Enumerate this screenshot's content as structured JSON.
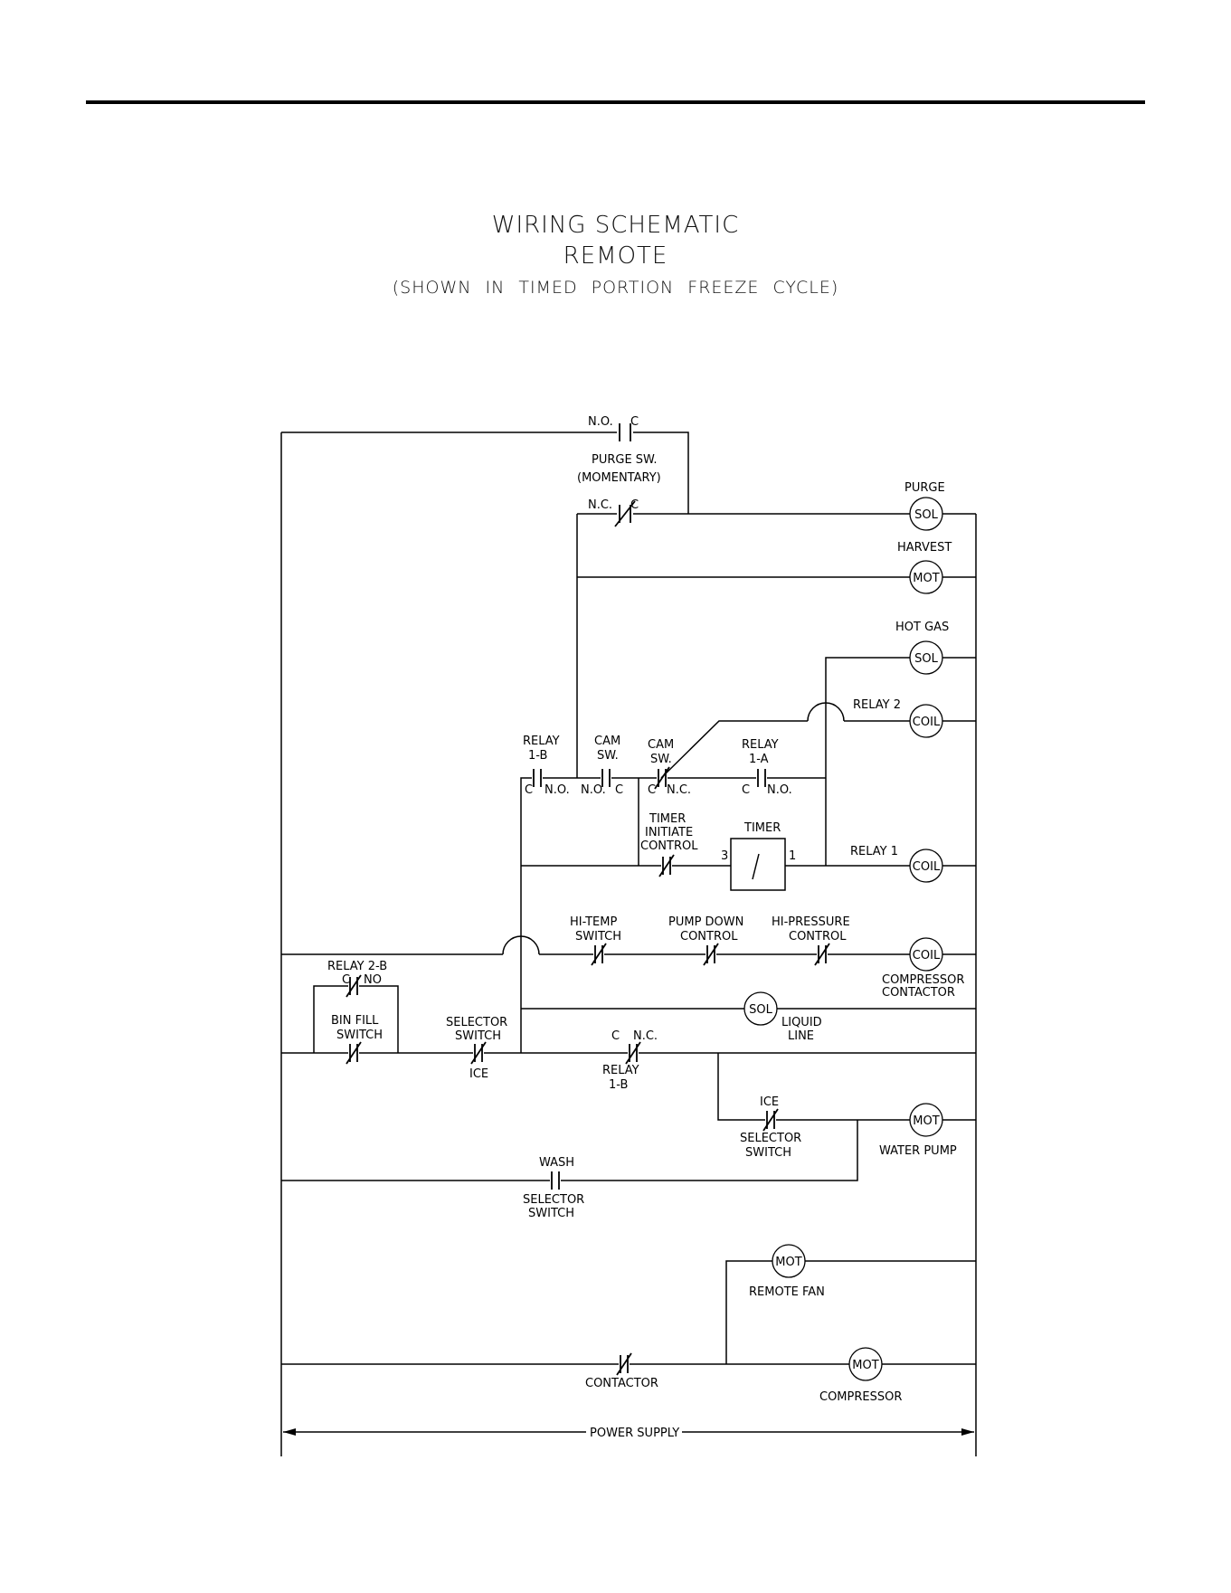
{
  "header": {
    "title_line1": "WIRING SCHEMATIC",
    "title_line2": "REMOTE",
    "title_line3": "(SHOWN IN TIMED PORTION FREEZE CYCLE)"
  },
  "labels": {
    "purge_no": "N.O.",
    "purge_c_top": "C",
    "purge_sw_name": "PURGE SW.",
    "purge_sw_type": "(MOMENTARY)",
    "purge_nc": "N.C.",
    "purge_c_bot": "C",
    "purge": "PURGE",
    "harvest": "HARVEST",
    "hot_gas": "HOT GAS",
    "relay2": "RELAY 2",
    "relay1b_top_1": "RELAY",
    "relay1b_top_2": "1-B",
    "relay1b_c": "C",
    "relay1b_no": "N.O.",
    "cam1_1": "CAM",
    "cam1_2": "SW.",
    "cam1_no": "N.O.",
    "cam1_c": "C",
    "cam2_1": "CAM",
    "cam2_2": "SW.",
    "cam2_c": "C",
    "cam2_nc": "N.C.",
    "relay1a_1": "RELAY",
    "relay1a_2": "1-A",
    "relay1a_c": "C",
    "relay1a_no": "N.O.",
    "tic_1": "TIMER",
    "tic_2": "INITIATE",
    "tic_3": "CONTROL",
    "timer": "TIMER",
    "timer_3": "3",
    "timer_1": "1",
    "relay1": "RELAY 1",
    "hitemp_1": "HI-TEMP",
    "hitemp_2": "SWITCH",
    "pumpdown_1": "PUMP DOWN",
    "pumpdown_2": "CONTROL",
    "hipress_1": "HI-PRESSURE",
    "hipress_2": "CONTROL",
    "comp_contactor_1": "COMPRESSOR",
    "comp_contactor_2": "CONTACTOR",
    "relay2b_1": "RELAY 2-B",
    "relay2b_c": "C",
    "relay2b_no": "NO",
    "binfill_1": "BIN FILL",
    "binfill_2": "SWITCH",
    "selector_1": "SELECTOR",
    "selector_2": "SWITCH",
    "selector_ice": "ICE",
    "liquid_1": "LIQUID",
    "liquid_2": "LINE",
    "r1b_c": "C",
    "r1b_nc": "N.C.",
    "r1b_1": "RELAY",
    "r1b_2": "1-B",
    "ice": "ICE",
    "ice_sel_1": "SELECTOR",
    "ice_sel_2": "SWITCH",
    "water_pump": "WATER PUMP",
    "wash": "WASH",
    "wash_sel_1": "SELECTOR",
    "wash_sel_2": "SWITCH",
    "remote_fan": "REMOTE FAN",
    "contactor": "CONTACTOR",
    "compressor": "COMPRESSOR",
    "power_supply": "POWER SUPPLY"
  },
  "loads": {
    "sol": "SOL",
    "mot": "MOT",
    "coil": "COIL"
  }
}
